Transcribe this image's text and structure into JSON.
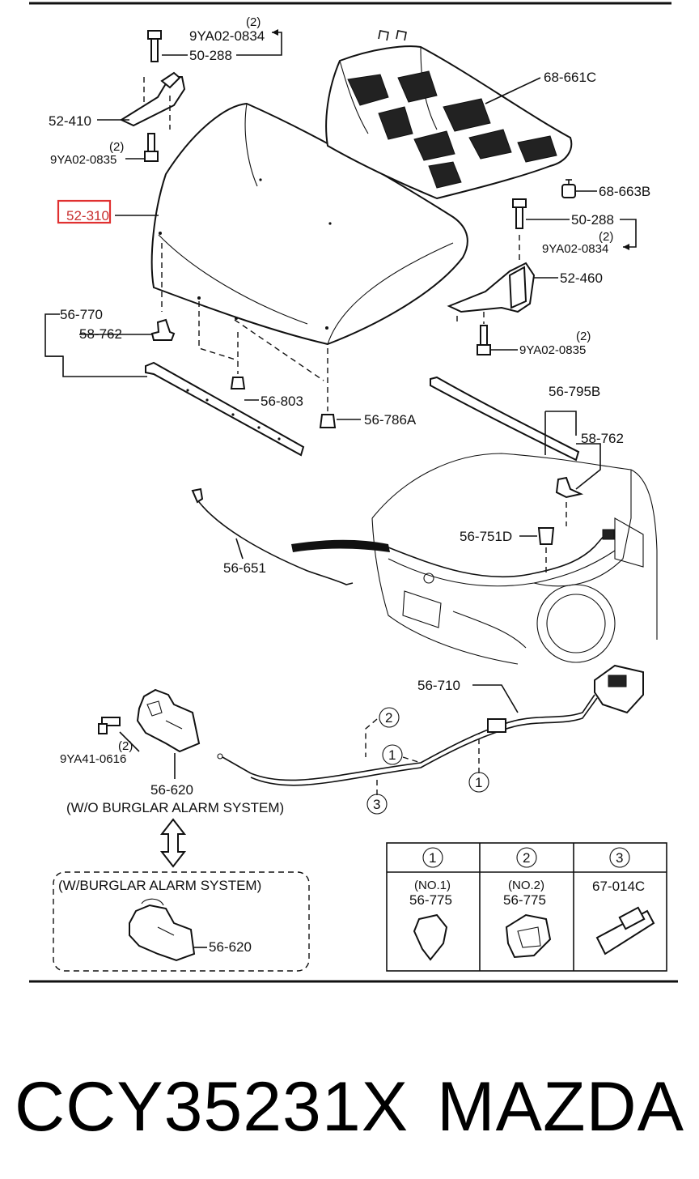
{
  "callouts": {
    "qty_top": "(2)",
    "bolt_9ya02_0834_top": "9YA02-0834",
    "bolt_50_288_left": "50-288",
    "hinge_52_410": "52-410",
    "qty_left_bolt": "(2)",
    "bolt_9ya02_0835_left": "9YA02-0835",
    "hood_52_310": "52-310",
    "insulator_68_661c": "68-661C",
    "clip_68_663b": "68-663B",
    "bolt_50_288_right": "50-288",
    "qty_right_top": "(2)",
    "bolt_9ya02_0834_right": "9YA02-0834",
    "hinge_52_460": "52-460",
    "qty_right_bottom": "(2)",
    "bolt_9ya02_0835_right": "9YA02-0835",
    "seal_56_770": "56-770",
    "clip_58_762_left": "58-762",
    "bumper_56_803": "56-803",
    "stopper_56_786a": "56-786A",
    "seal_56_795b": "56-795B",
    "clip_58_762_right": "58-762",
    "stopper_56_751d": "56-751D",
    "support_rod_56_651": "56-651",
    "release_cable_56_710": "56-710",
    "qty_latch_bolt": "(2)",
    "bolt_9ya41_0616": "9YA41-0616",
    "latch_56_620": "56-620",
    "latch_note": "(W/O BURGLAR ALARM SYSTEM)",
    "alarm_box_title": "(W/BURGLAR ALARM SYSTEM)",
    "latch_alarm_56_620": "56-620"
  },
  "markers": [
    "1",
    "2",
    "3",
    "1",
    "1",
    "3"
  ],
  "legend": {
    "headers": [
      "1",
      "2",
      "3"
    ],
    "cells": [
      {
        "note": "(NO.1)",
        "part": "56-775"
      },
      {
        "note": "(NO.2)",
        "part": "56-775"
      },
      {
        "note": "",
        "part": "67-014C"
      }
    ]
  },
  "footer": {
    "part_number": "CCY35231X",
    "brand": "MAZDA"
  },
  "colors": {
    "ink": "#111111",
    "highlight": "#e03030",
    "background": "#ffffff"
  }
}
